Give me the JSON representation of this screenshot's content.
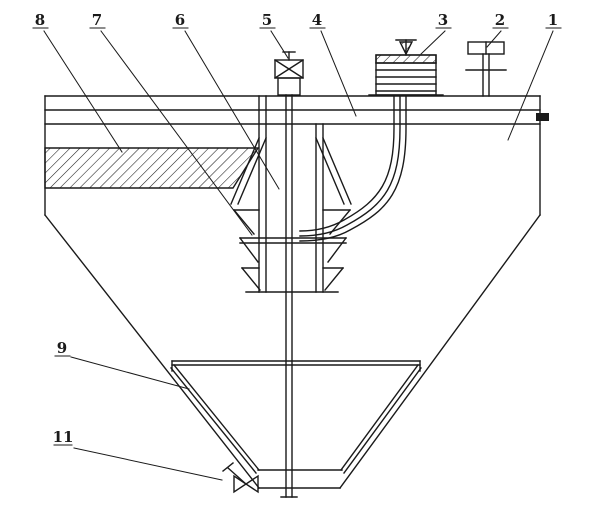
{
  "figure": {
    "callouts": [
      {
        "number": "8"
      },
      {
        "number": "7"
      },
      {
        "number": "6"
      },
      {
        "number": "5"
      },
      {
        "number": "4"
      },
      {
        "number": "3"
      },
      {
        "number": "2"
      },
      {
        "number": "1"
      },
      {
        "number": "9"
      },
      {
        "number": "11"
      }
    ],
    "colors": {
      "line": "#1a1a1a",
      "background": "#ffffff"
    }
  }
}
